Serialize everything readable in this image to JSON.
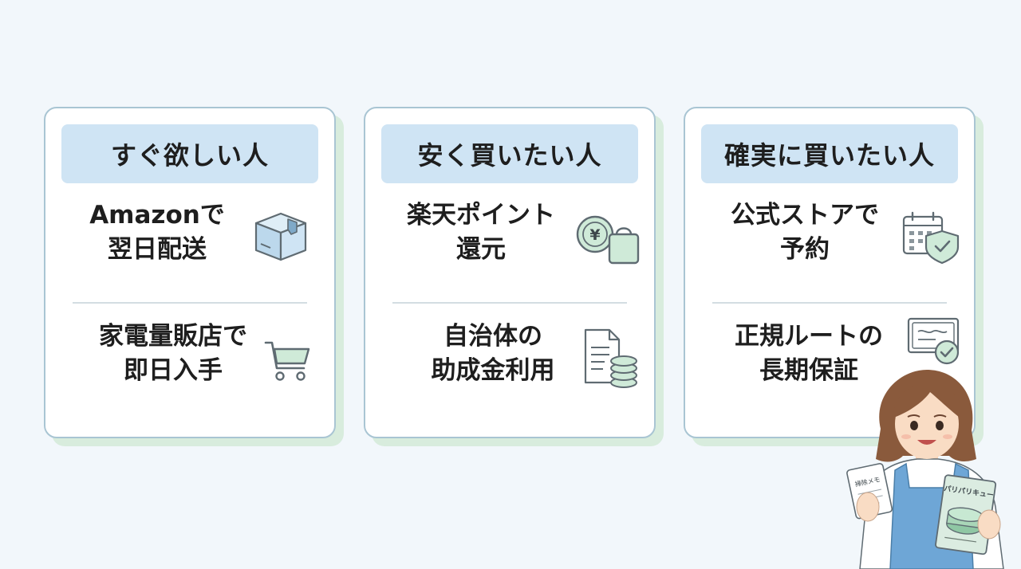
{
  "cards": [
    {
      "title": "すぐ欲しい人",
      "items": [
        {
          "line1": "Amazonで",
          "line2": "翌日配送",
          "icon": "package-box-icon"
        },
        {
          "line1": "家電量販店で",
          "line2": "即日入手",
          "icon": "shopping-cart-icon"
        }
      ]
    },
    {
      "title": "安く買いたい人",
      "items": [
        {
          "line1": "楽天ポイント",
          "line2": "還元",
          "icon": "yen-coin-shopping-bag-icon"
        },
        {
          "line1": "自治体の",
          "line2": "助成金利用",
          "icon": "document-coins-icon"
        }
      ]
    },
    {
      "title": "確実に買いたい人",
      "items": [
        {
          "line1": "公式ストアで",
          "line2": "予約",
          "icon": "calendar-shield-icon"
        },
        {
          "line1": "正規ルートの",
          "line2": "長期保証",
          "icon": "certificate-check-icon"
        }
      ]
    }
  ],
  "mascot": {
    "memo_label": "掃除メモ",
    "product_label": "パリパリキュー"
  },
  "colors": {
    "background": "#f2f7fb",
    "card_border": "#a9c5d3",
    "card_shadow": "#d8ecdd",
    "title_bg": "#cfe4f4",
    "icon_green": "#cfead8",
    "icon_blue": "#bcd8ec",
    "icon_line": "#5f6b72"
  }
}
